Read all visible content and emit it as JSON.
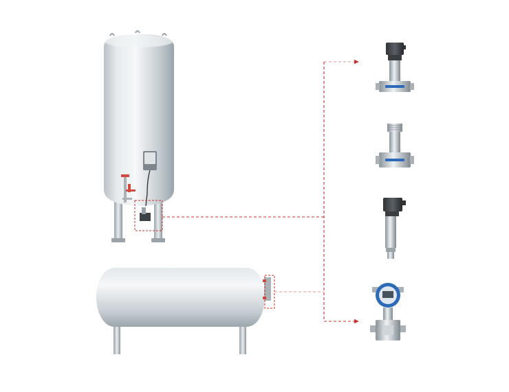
{
  "diagram": {
    "colors": {
      "connector": "#c9302c",
      "tank_light": "#eef2f4",
      "tank_shadow": "#9aa4ab",
      "valve": "#d04a3f",
      "display_blue": "#2d6bb8"
    },
    "components": {
      "vertical_tank": {
        "icon": "vertical-storage-tank"
      },
      "horizontal_tank": {
        "icon": "horizontal-storage-tank"
      },
      "sensors": [
        {
          "icon": "differential-pressure-sensor",
          "label": ""
        },
        {
          "icon": "differential-pressure-sensor-threaded",
          "label": ""
        },
        {
          "icon": "pressure-transmitter",
          "label": ""
        },
        {
          "icon": "differential-pressure-transmitter-display",
          "label": ""
        }
      ]
    }
  }
}
